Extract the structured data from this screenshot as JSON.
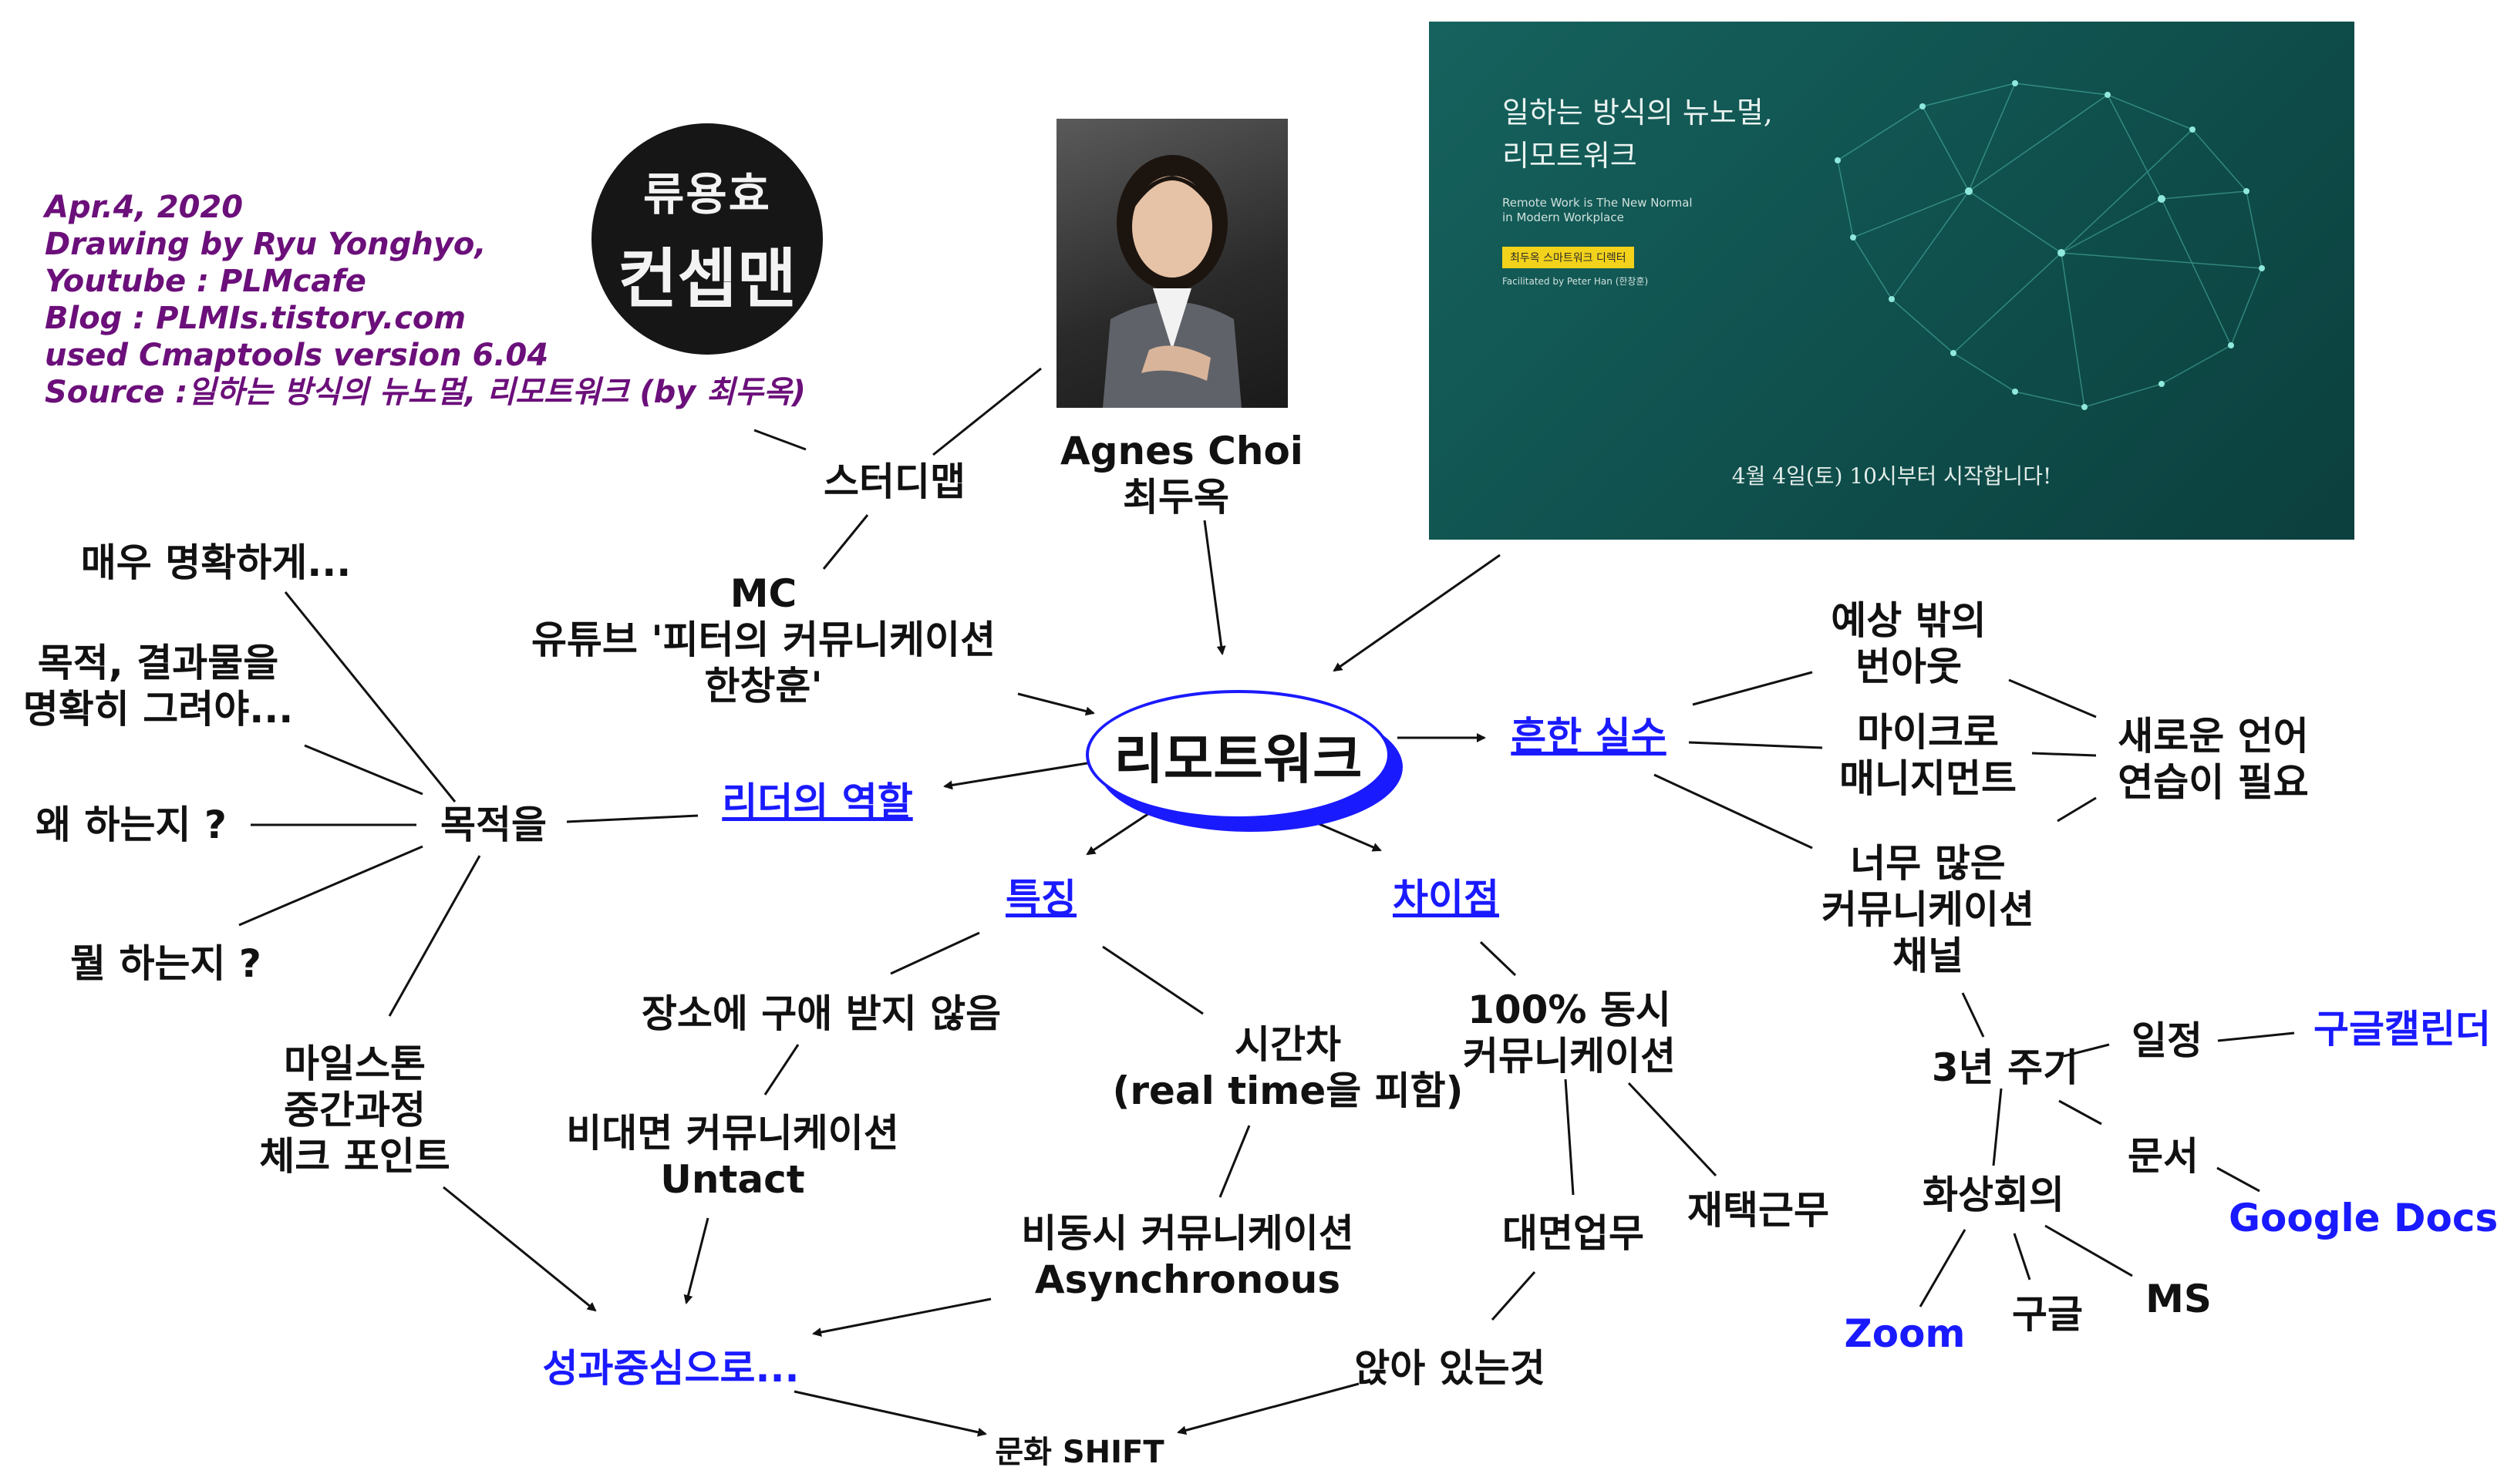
{
  "credits": [
    "Apr.4, 2020",
    "Drawing by Ryu Yonghyo,",
    "Youtube : PLMcafe",
    "Blog : PLMIs.tistory.com",
    "used Cmaptools version 6.04",
    "Source :일하는 방식의 뉴노멀, 리모트워크 (by 최두옥)"
  ],
  "logo": {
    "line1": "류용효",
    "line2": "컨셉맨"
  },
  "banner": {
    "title_line1": "일하는 방식의 뉴노멀,",
    "title_line2": "리모트워크",
    "subtitle_line1": "Remote Work is The New Normal",
    "subtitle_line2": "in Modern Workplace",
    "tag": "최두옥 스마트워크 디렉터",
    "facilitated": "Facilitated by Peter Han (한창훈)",
    "date": "4월 4일(토) 10시부터 시작합니다!"
  },
  "colors": {
    "link": "#1a1aff",
    "credits": "#6b0f7a",
    "banner": "#0f4f4c",
    "tag": "#f2d21b"
  },
  "nodes": {
    "center": "리모트워크",
    "agnes": [
      "Agnes Choi",
      "최두옥"
    ],
    "studymap": "스터디맵",
    "mc": [
      "MC",
      "유튜브 '피터의 커뮤니케이션",
      "한창훈'"
    ],
    "leader": "리더의 역할",
    "purpose": "목적을",
    "clear": "매우 명확하게...",
    "draw": [
      "목적, 결과물을",
      "명확히 그려야..."
    ],
    "why": "왜 하는지 ?",
    "what": "뭘 하는지 ?",
    "milestone": [
      "마일스톤",
      "중간과정",
      "체크 포인트"
    ],
    "feature": "특징",
    "place": "장소에 구애 받지 않음",
    "nonface": [
      "비대면 커뮤니케이션",
      "Untact"
    ],
    "timediff": [
      "시간차",
      "(real time을 피함)"
    ],
    "async": [
      "비동시 커뮤니케이션",
      "Asynchronous"
    ],
    "performance": "성과중심으로...",
    "culture": "문화 SHIFT",
    "difference": "차이점",
    "sync": [
      "100% 동시",
      "커뮤니케이션"
    ],
    "homework": "재택근무",
    "faceWork": "대면업무",
    "sitting": "앉아 있는것",
    "mistake": "흔한 실수",
    "unexpected": [
      "예상 밖의",
      "번아웃"
    ],
    "micro": [
      "마이크로",
      "매니지먼트"
    ],
    "channels": [
      "너무 많은",
      "커뮤니케이션",
      "채널"
    ],
    "newlang": [
      "새로운 언어",
      "연습이 필요"
    ],
    "cycle": "3년 주기",
    "schedule": "일정",
    "gcal": "구글캘린더",
    "docs": "문서",
    "gdocs": "Google Docs",
    "video": "화상회의",
    "zoom": "Zoom",
    "google": "구글",
    "ms": "MS"
  }
}
